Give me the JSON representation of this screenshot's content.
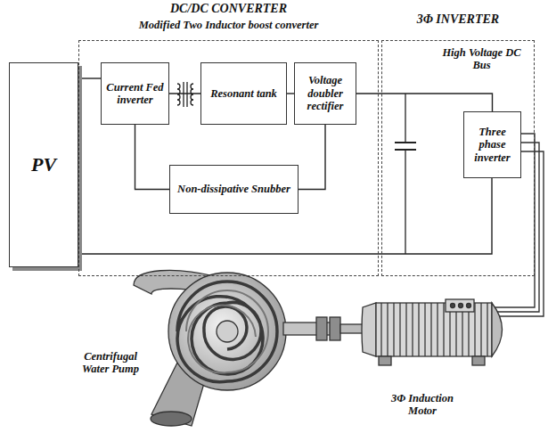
{
  "diagram": {
    "nodes": [
      {
        "text": [
          "PV"
        ]
      },
      {
        "text": [
          "DC/DC CONVERTER",
          "Modified Two Inductor boost converter"
        ]
      },
      {
        "text": [
          "Current Fed inverter"
        ],
        "in": 1
      },
      {
        "text": [
          "Resonant tank"
        ],
        "in": 1
      },
      {
        "text": [
          "Voltage doubler rectifier"
        ],
        "in": 1
      },
      {
        "text": [
          "Non-dissipative Snubber"
        ],
        "in": 1
      },
      {
        "text": [
          "3Φ INVERTER",
          "High Voltage DC Bus"
        ]
      },
      {
        "text": [
          "Three phase inverter"
        ],
        "in": 6
      }
    ],
    "edges": [
      {
        "from": 0,
        "to": 2,
        "arrow": "none"
      },
      {
        "from": 2,
        "to": 3,
        "arrow": "none"
      },
      {
        "from": 3,
        "to": 4,
        "arrow": "none"
      },
      {
        "from": 2,
        "to": 5,
        "arrow": "none"
      },
      {
        "from": 4,
        "to": 5,
        "arrow": "none"
      },
      {
        "from": 4,
        "to": 7,
        "arrow": "none"
      },
      {
        "from": 0,
        "to": 7,
        "arrow": "none"
      }
    ],
    "labels": [
      "Centrifugal Water Pump",
      "3Φ Induction Motor"
    ]
  }
}
